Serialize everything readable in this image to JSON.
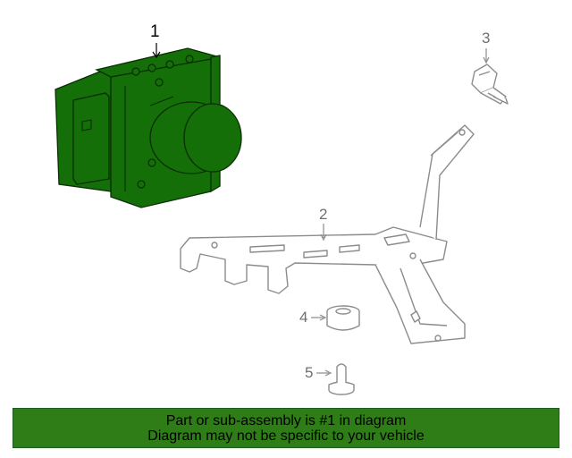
{
  "colors": {
    "module_fill": "#146f08",
    "module_stroke": "#0a2e04",
    "line_art": "#8c8c8c",
    "banner_bg": "#2e7d17",
    "banner_text": "#000000"
  },
  "parts": [
    {
      "number": "1",
      "icon": "abs-modulator-icon"
    },
    {
      "number": "2",
      "icon": "mounting-bracket-icon"
    },
    {
      "number": "3",
      "icon": "bolt-icon"
    },
    {
      "number": "4",
      "icon": "rubber-insulator-icon"
    },
    {
      "number": "5",
      "icon": "pin-bolt-icon"
    }
  ],
  "banner": {
    "line1": "Part or sub-assembly is #1 in diagram",
    "line2": "Diagram may not be specific to your vehicle"
  }
}
